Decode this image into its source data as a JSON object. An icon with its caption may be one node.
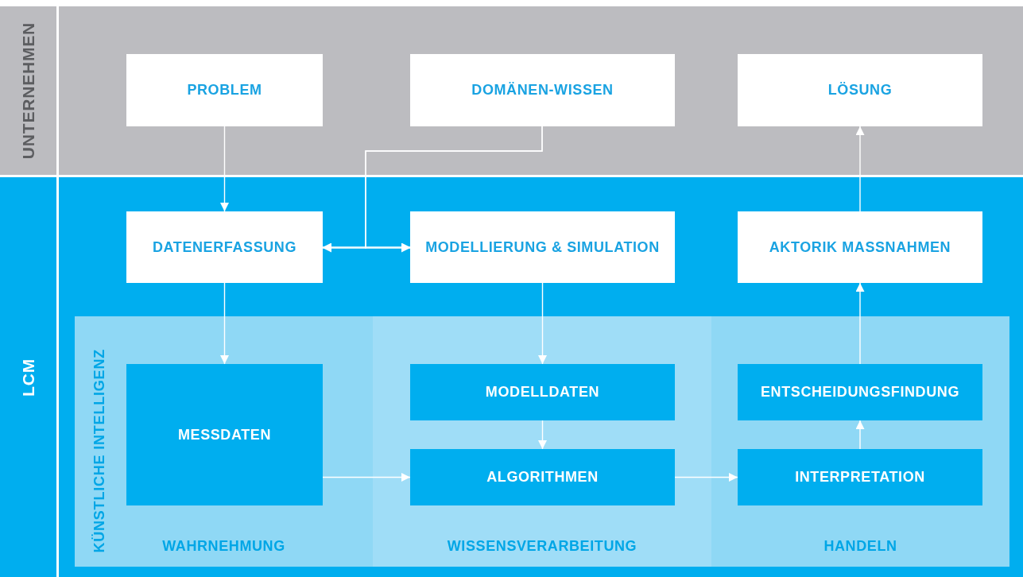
{
  "diagram": {
    "nodes": [
      {
        "text": [
          "UNTERNEHMEN"
        ]
      },
      {
        "text": [
          "PROBLEM"
        ],
        "in": 0
      },
      {
        "text": [
          "DOMÄNEN-WISSEN"
        ],
        "in": 0
      },
      {
        "text": [
          "LÖSUNG"
        ],
        "in": 0
      },
      {
        "text": [
          "LCM"
        ]
      },
      {
        "text": [
          "DATENERFASSUNG"
        ],
        "in": 4
      },
      {
        "text": [
          "MODELLIERUNG & SIMULATION"
        ],
        "in": 4
      },
      {
        "text": [
          "AKTORIK MASSNAHMEN"
        ],
        "in": 4
      },
      {
        "text": [
          "KÜNSTLICHE INTELLIGENZ"
        ],
        "in": 4
      },
      {
        "text": [
          "WAHRNEHMUNG"
        ],
        "in": 8
      },
      {
        "text": [
          "MESSDATEN"
        ],
        "in": 9
      },
      {
        "text": [
          "WISSENSVERARBEITUNG"
        ],
        "in": 8
      },
      {
        "text": [
          "MODELLDATEN"
        ],
        "in": 11
      },
      {
        "text": [
          "ALGORITHMEN"
        ],
        "in": 11
      },
      {
        "text": [
          "HANDELN"
        ],
        "in": 8
      },
      {
        "text": [
          "ENTSCHEIDUNGSFINDUNG"
        ],
        "in": 14
      },
      {
        "text": [
          "INTERPRETATION"
        ],
        "in": 14
      }
    ],
    "edges": [
      {
        "from": 1,
        "to": 5,
        "arrow": "to"
      },
      {
        "from": 2,
        "to": 5,
        "arrow": "to"
      },
      {
        "from": 2,
        "to": 6,
        "arrow": "to"
      },
      {
        "from": 5,
        "to": 6,
        "arrow": "both"
      },
      {
        "from": 5,
        "to": 10,
        "arrow": "to"
      },
      {
        "from": 6,
        "to": 12,
        "arrow": "to"
      },
      {
        "from": 12,
        "to": 13,
        "arrow": "to"
      },
      {
        "from": 10,
        "to": 13,
        "arrow": "to"
      },
      {
        "from": 13,
        "to": 16,
        "arrow": "to"
      },
      {
        "from": 16,
        "to": 15,
        "arrow": "to"
      },
      {
        "from": 15,
        "to": 7,
        "arrow": "to"
      },
      {
        "from": 7,
        "to": 3,
        "arrow": "to"
      }
    ]
  }
}
